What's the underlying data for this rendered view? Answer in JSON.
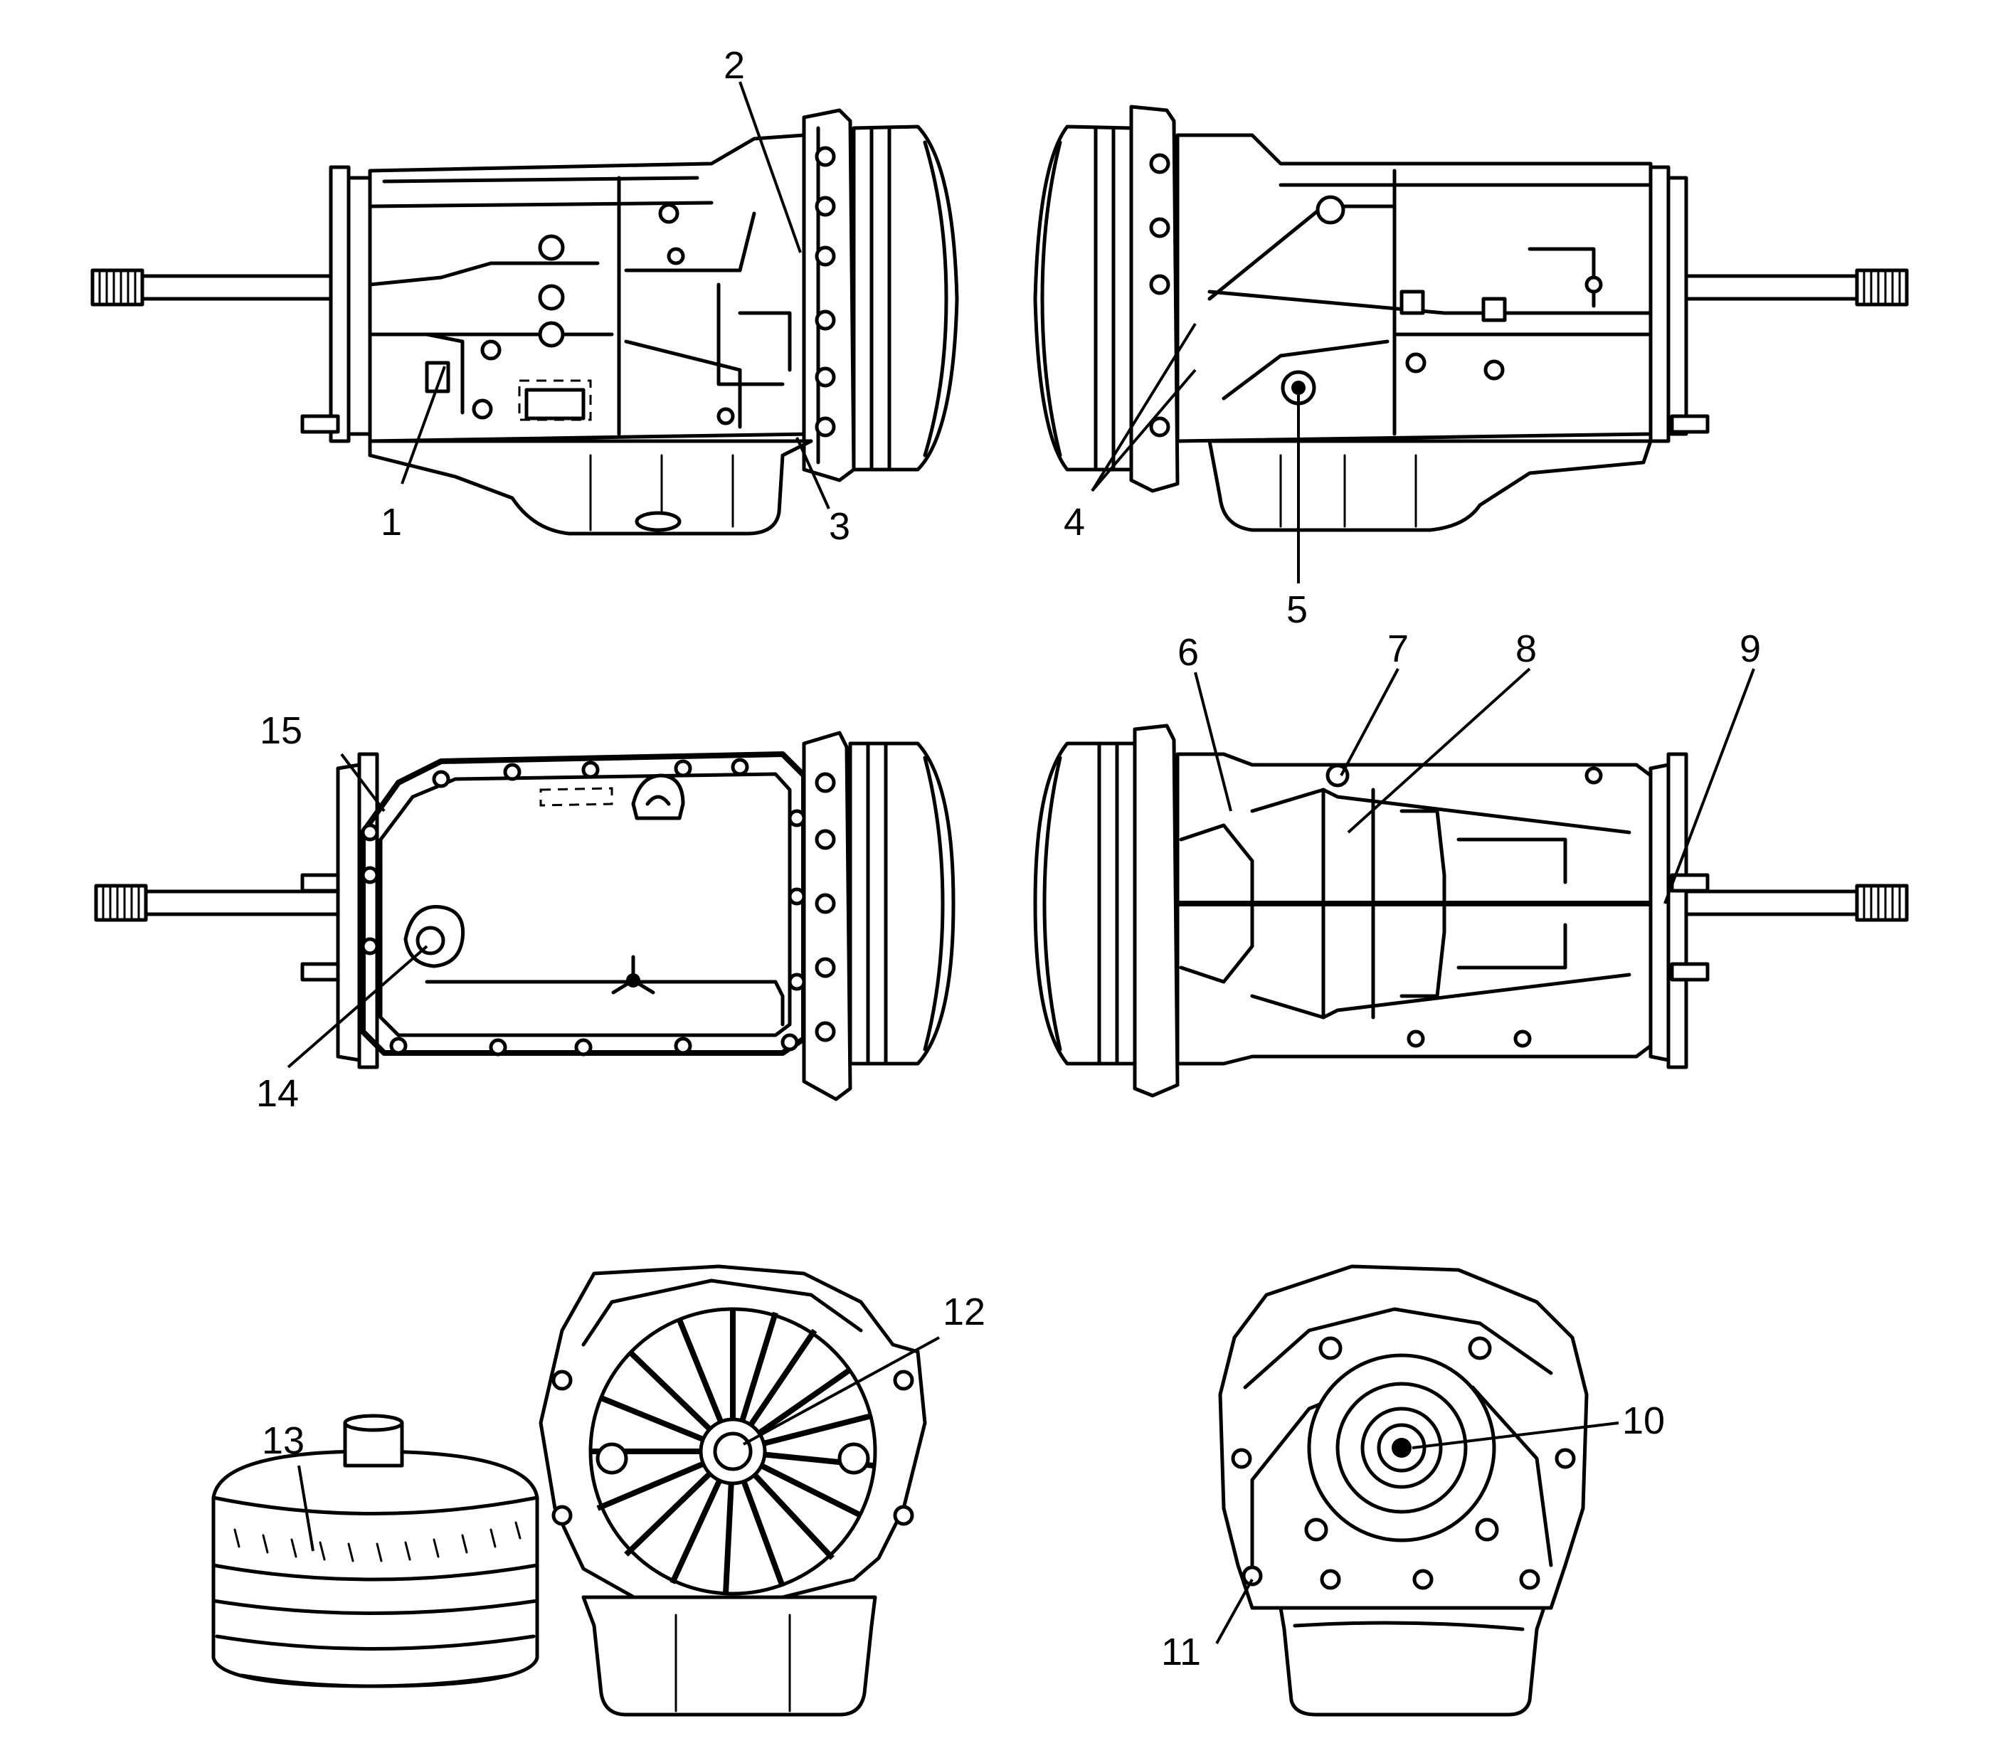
{
  "callouts": [
    {
      "id": "1",
      "label": "1"
    },
    {
      "id": "2",
      "label": "2"
    },
    {
      "id": "3",
      "label": "3"
    },
    {
      "id": "4",
      "label": "4"
    },
    {
      "id": "5",
      "label": "5"
    },
    {
      "id": "6",
      "label": "6"
    },
    {
      "id": "7",
      "label": "7"
    },
    {
      "id": "8",
      "label": "8"
    },
    {
      "id": "9",
      "label": "9"
    },
    {
      "id": "10",
      "label": "10"
    },
    {
      "id": "11",
      "label": "11"
    },
    {
      "id": "12",
      "label": "12"
    },
    {
      "id": "13",
      "label": "13"
    },
    {
      "id": "14",
      "label": "14"
    },
    {
      "id": "15",
      "label": "15"
    }
  ]
}
